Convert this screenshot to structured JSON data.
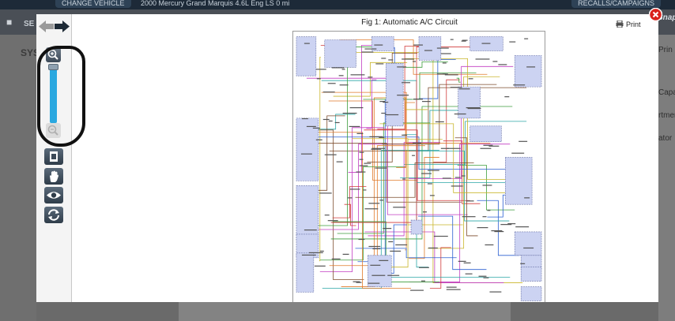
{
  "background_app": {
    "change_vehicle_label": "CHANGE VEHICLE",
    "vehicle_text": "2000 Mercury Grand Marquis 4.6L Eng LS 0 mi",
    "recalls_label": "RECALLS/CAMPAIGNS",
    "nav_item_label": "SE",
    "section_label": "SYS",
    "brand_logo_text": "SnapO",
    "side_labels": [
      "Prin",
      "Capac",
      "rtment",
      "ator"
    ]
  },
  "viewer": {
    "figure_title": "Fig 1: Automatic A/C Circuit",
    "print_label": "Print",
    "colors": {
      "zoom_track": "#2aa8e0",
      "close_button": "#d9221c",
      "wire_colors": [
        "#e07a2a",
        "#3d9e3d",
        "#c23dc2",
        "#2a5fd1",
        "#d13a3a",
        "#c9b52a",
        "#7b4a2a",
        "#2aa6a6"
      ]
    },
    "icons": {
      "back": "arrow-left-icon",
      "forward": "arrow-right-icon",
      "zoom_in": "zoom-in-icon",
      "zoom_out": "zoom-out-icon",
      "fit": "fit-page-icon",
      "pan": "hand-icon",
      "view": "eye-icon",
      "rotate": "rotate-icon",
      "print": "printer-icon",
      "close": "close-icon"
    },
    "zoom_level": 0.97
  }
}
